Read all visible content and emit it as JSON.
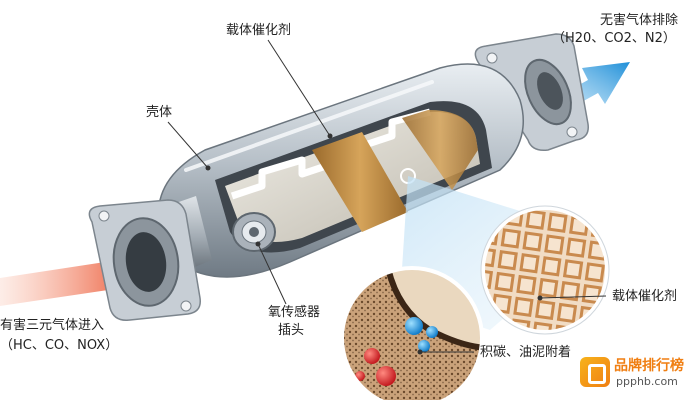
{
  "labels": {
    "catalyst_top": "载体催化剂",
    "shell": "壳体",
    "exhaust_title": "无害气体排除",
    "exhaust_gases": "（H20、CO2、N2）",
    "intake_title": "有害三元气体进入",
    "intake_gases": "（HC、CO、NOX）",
    "sensor_line1": "氧传感器",
    "sensor_line2": "插头",
    "catalyst_right": "载体催化剂",
    "carbon": "积碳、油泥附着"
  },
  "watermark": {
    "name": "品牌排行榜",
    "url": "ppphb.com"
  },
  "colors": {
    "intake_arrow": "#e8431e",
    "exhaust_arrow": "#1e8fd8",
    "shell_metal": "#b9c1c8",
    "catalyst_brown": "#c8954a",
    "honeycomb": "#c98a4e",
    "carbon_dark": "#5a3a22",
    "watermark_orange": "#f07f13"
  }
}
